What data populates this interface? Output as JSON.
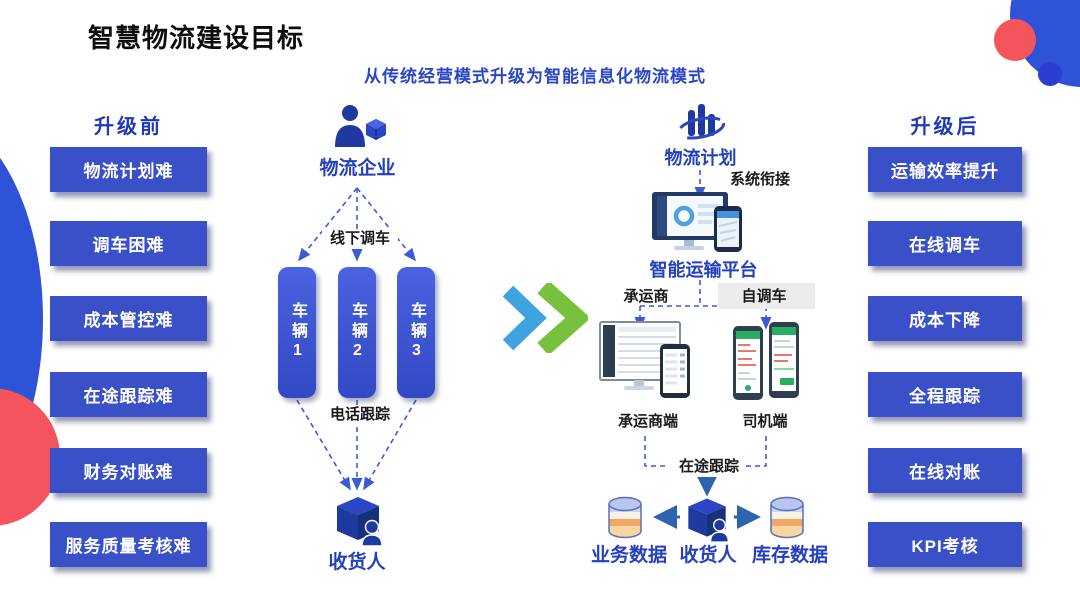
{
  "page": {
    "title": "智慧物流建设目标",
    "subtitle": "从传统经营模式升级为智能信息化物流模式"
  },
  "before_panel": {
    "header": "升级前",
    "items": [
      "物流计划难",
      "调车困难",
      "成本管控难",
      "在途跟踪难",
      "财务对账难",
      "服务质量考核难"
    ]
  },
  "after_panel": {
    "header": "升级后",
    "items": [
      "运输效率提升",
      "在线调车",
      "成本下降",
      "全程跟踪",
      "在线对账",
      "KPI考核"
    ]
  },
  "traditional_flow": {
    "company_label": "物流企业",
    "dispatch_label": "线下调车",
    "vehicles": [
      "车辆1",
      "车辆2",
      "车辆3"
    ],
    "tracking_label": "电话跟踪",
    "receiver_label": "收货人"
  },
  "smart_flow": {
    "plan_label": "物流计划",
    "link_label": "系统衔接",
    "platform_label": "智能运输平台",
    "branch_left_label": "承运商",
    "branch_right_label": "自调车",
    "carrier_device_label": "承运商端",
    "driver_device_label": "司机端",
    "tracking_label": "在途跟踪",
    "receiver_label": "收货人",
    "data_left_label": "业务数据",
    "data_right_label": "库存数据"
  },
  "colors": {
    "button_blue": "#3a50c8",
    "text_blue": "#2440bd",
    "dashed_line_blue": "#3b5bd6",
    "solid_arrow_blue": "#2e64ad",
    "chevron_blue": "#3fa3e0",
    "chevron_green": "#78c13e",
    "decoration_blue": "#2f53d7",
    "decoration_red": "#f4545c"
  }
}
